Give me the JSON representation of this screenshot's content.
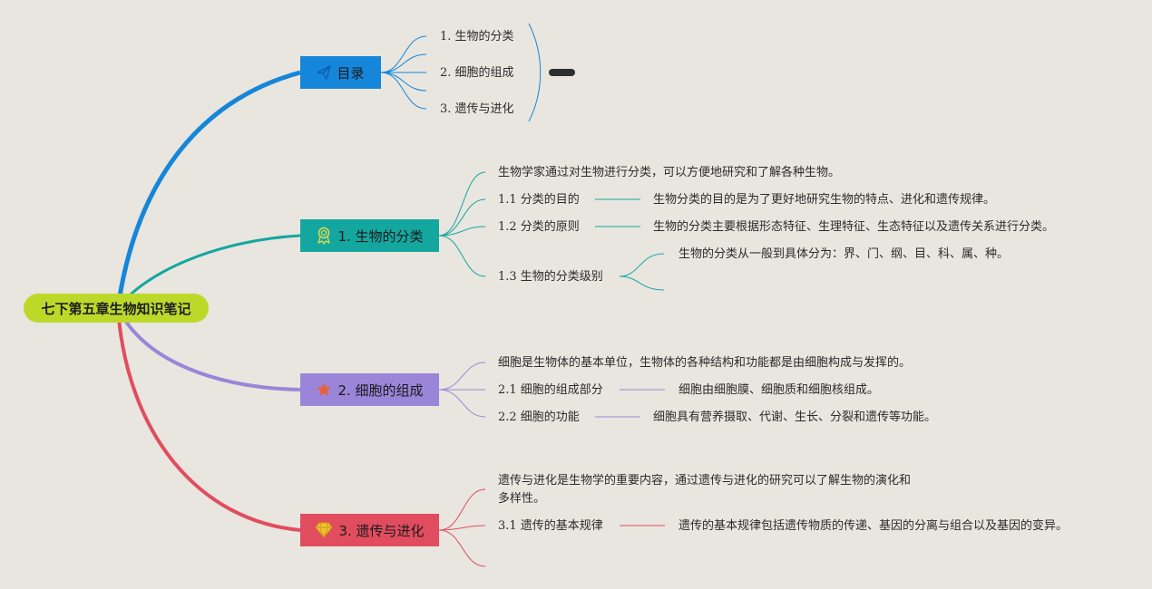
{
  "root": {
    "label": "七下第五章生物知识笔记"
  },
  "colors": {
    "toc": "#1586d9",
    "classification": "#13a7a0",
    "cell": "#9b85d8",
    "evolution": "#e14d5f",
    "root": "#bcd92a",
    "background": "#e9e6df"
  },
  "toc": {
    "label": "目录",
    "icon": "paper-plane-icon",
    "items": [
      "1. 生物的分类",
      "2. 细胞的组成",
      "3. 遗传与进化"
    ]
  },
  "classification": {
    "label": "1. 生物的分类",
    "icon": "ribbon-badge-icon",
    "intro": "生物学家通过对生物进行分类，可以方便地研究和了解各种生物。",
    "purpose": {
      "label": "1.1 分类的目的",
      "detail": "生物分类的目的是为了更好地研究生物的特点、进化和遗传规律。"
    },
    "principle": {
      "label": "1.2 分类的原则",
      "detail": "生物的分类主要根据形态特征、生理特征、生态特征以及遗传关系进行分类。"
    },
    "levels": {
      "label": "1.3 生物的分类级别",
      "detail": "生物的分类从一般到具体分为：界、门、纲、目、科、属、种。"
    }
  },
  "cell": {
    "label": "2. 细胞的组成",
    "icon": "star-icon",
    "intro": "细胞是生物体的基本单位，生物体的各种结构和功能都是由细胞构成与发挥的。",
    "parts": {
      "label": "2.1 细胞的组成部分",
      "detail": "细胞由细胞膜、细胞质和细胞核组成。"
    },
    "function": {
      "label": "2.2 细胞的功能",
      "detail": "细胞具有营养摄取、代谢、生长、分裂和遗传等功能。"
    }
  },
  "evolution": {
    "label": "3. 遗传与进化",
    "icon": "diamond-icon",
    "intro_line1": "遗传与进化是生物学的重要内容，通过遗传与进化的研究可以了解生物的演化和",
    "intro_line2": "多样性。",
    "laws": {
      "label": "3.1 遗传的基本规律",
      "detail": "遗传的基本规律包括遗传物质的传递、基因的分离与组合以及基因的变异。"
    }
  }
}
